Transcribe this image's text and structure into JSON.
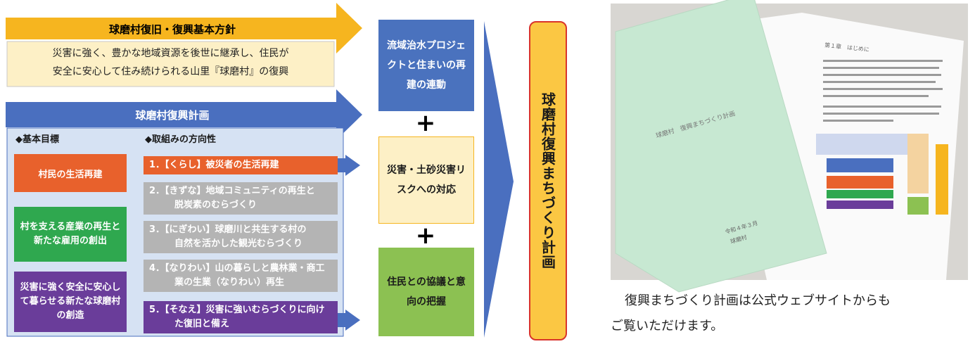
{
  "policy": {
    "title": "球磨村復旧・復興基本方針",
    "body_line1": "災害に強く、豊かな地域資源を後世に継承し、住民が",
    "body_line2": "安全に安心して住み続けられる山里『球磨村』の復興"
  },
  "plan": {
    "title": "球磨村復興計画",
    "goals_heading": "◆基本目標",
    "directions_heading": "◆取組みの方向性",
    "goals": [
      {
        "text": "村民の生活再建"
      },
      {
        "text": "村を支える産業の再生と新たな雇用の創出"
      },
      {
        "text": "災害に強く安全に安心して暮らせる新たな球磨村の創造"
      }
    ],
    "directions": [
      {
        "line1": "1．【くらし】被災者の生活再建",
        "line2": ""
      },
      {
        "line1": "2．【きずな】地域コミュニティの再生と",
        "line2": "脱炭素のむらづくり"
      },
      {
        "line1": "3．【にぎわい】球磨川と共生する村の",
        "line2": "自然を活かした観光むらづくり"
      },
      {
        "line1": "4．【なりわい】山の暮らしと農林業・商工",
        "line2": "業の生業（なりわい）再生"
      },
      {
        "line1": "5．【そなえ】災害に強いむらづくりに向け",
        "line2": "た復旧と備え"
      }
    ]
  },
  "links": [
    {
      "text": "流域治水プロジェクトと住まいの再建の連動"
    },
    {
      "text": "災害・土砂災害リスクへの対応"
    },
    {
      "text": "住民との協議と意向の把握"
    }
  ],
  "plus_sign": "+",
  "result": {
    "title": "球磨村復興まちづくり計画"
  },
  "photo": {
    "caption_line1": "復興まちづくり計画は公式ウェブサイトからも",
    "caption_line2": "ご覧いただけます。",
    "doc_title": "球磨村　復興まちづくり計画",
    "doc_date": "令和４年３月",
    "doc_org": "球磨村",
    "page_heading": "第１章　はじめに"
  },
  "colors": {
    "yellow": "#f6b51f",
    "cream": "#fdf0c6",
    "blue": "#4a6fbf",
    "light_blue": "#d6e2f3",
    "orange": "#e8612c",
    "green": "#2fa84f",
    "purple": "#6a3d9a",
    "gray": "#b4b4b4",
    "link_blue": "#4a72be",
    "link_green": "#8cc152",
    "result_yellow": "#fbc743",
    "result_border": "#d9342b"
  }
}
